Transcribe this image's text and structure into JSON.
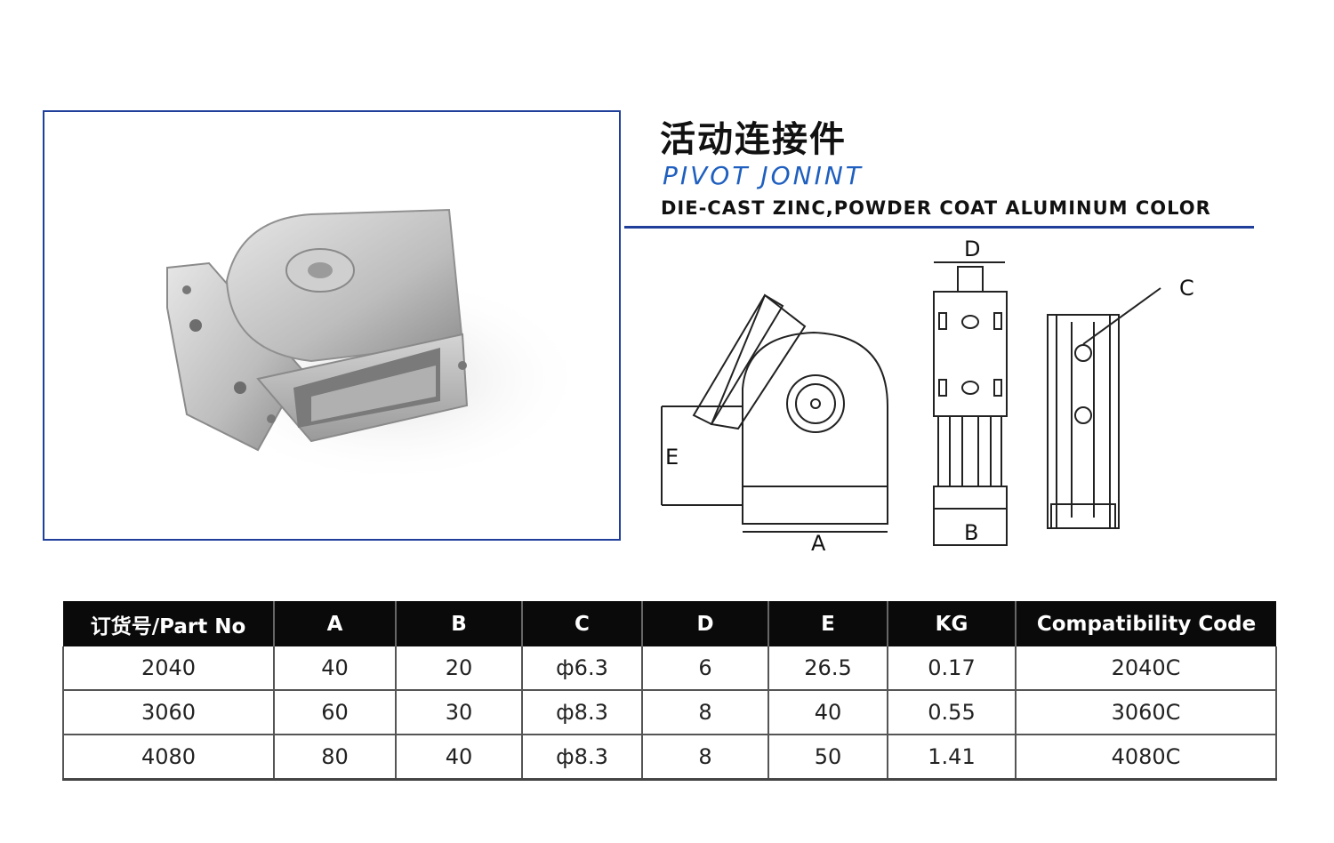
{
  "header": {
    "title_cn": "活动连接件",
    "title_en": "PIVOT JONINT",
    "subtitle": "DIE-CAST ZINC,POWDER COAT ALUMINUM COLOR"
  },
  "drawing_labels": {
    "a": "A",
    "b": "B",
    "c": "C",
    "d": "D",
    "e": "E"
  },
  "table": {
    "headers": [
      "订货号/Part No",
      "A",
      "B",
      "C",
      "D",
      "E",
      "KG",
      "Compatibility Code"
    ],
    "rows": [
      [
        "2040",
        "40",
        "20",
        "ф6.3",
        "6",
        "26.5",
        "0.17",
        "2040C"
      ],
      [
        "3060",
        "60",
        "30",
        "ф8.3",
        "8",
        "40",
        "0.55",
        "3060C"
      ],
      [
        "4080",
        "80",
        "40",
        "ф8.3",
        "8",
        "50",
        "1.41",
        "4080C"
      ]
    ]
  },
  "colors": {
    "frame_border": "#1f3f9a",
    "title_en": "#1f5fbf",
    "table_header_bg": "#0a0a0a"
  }
}
